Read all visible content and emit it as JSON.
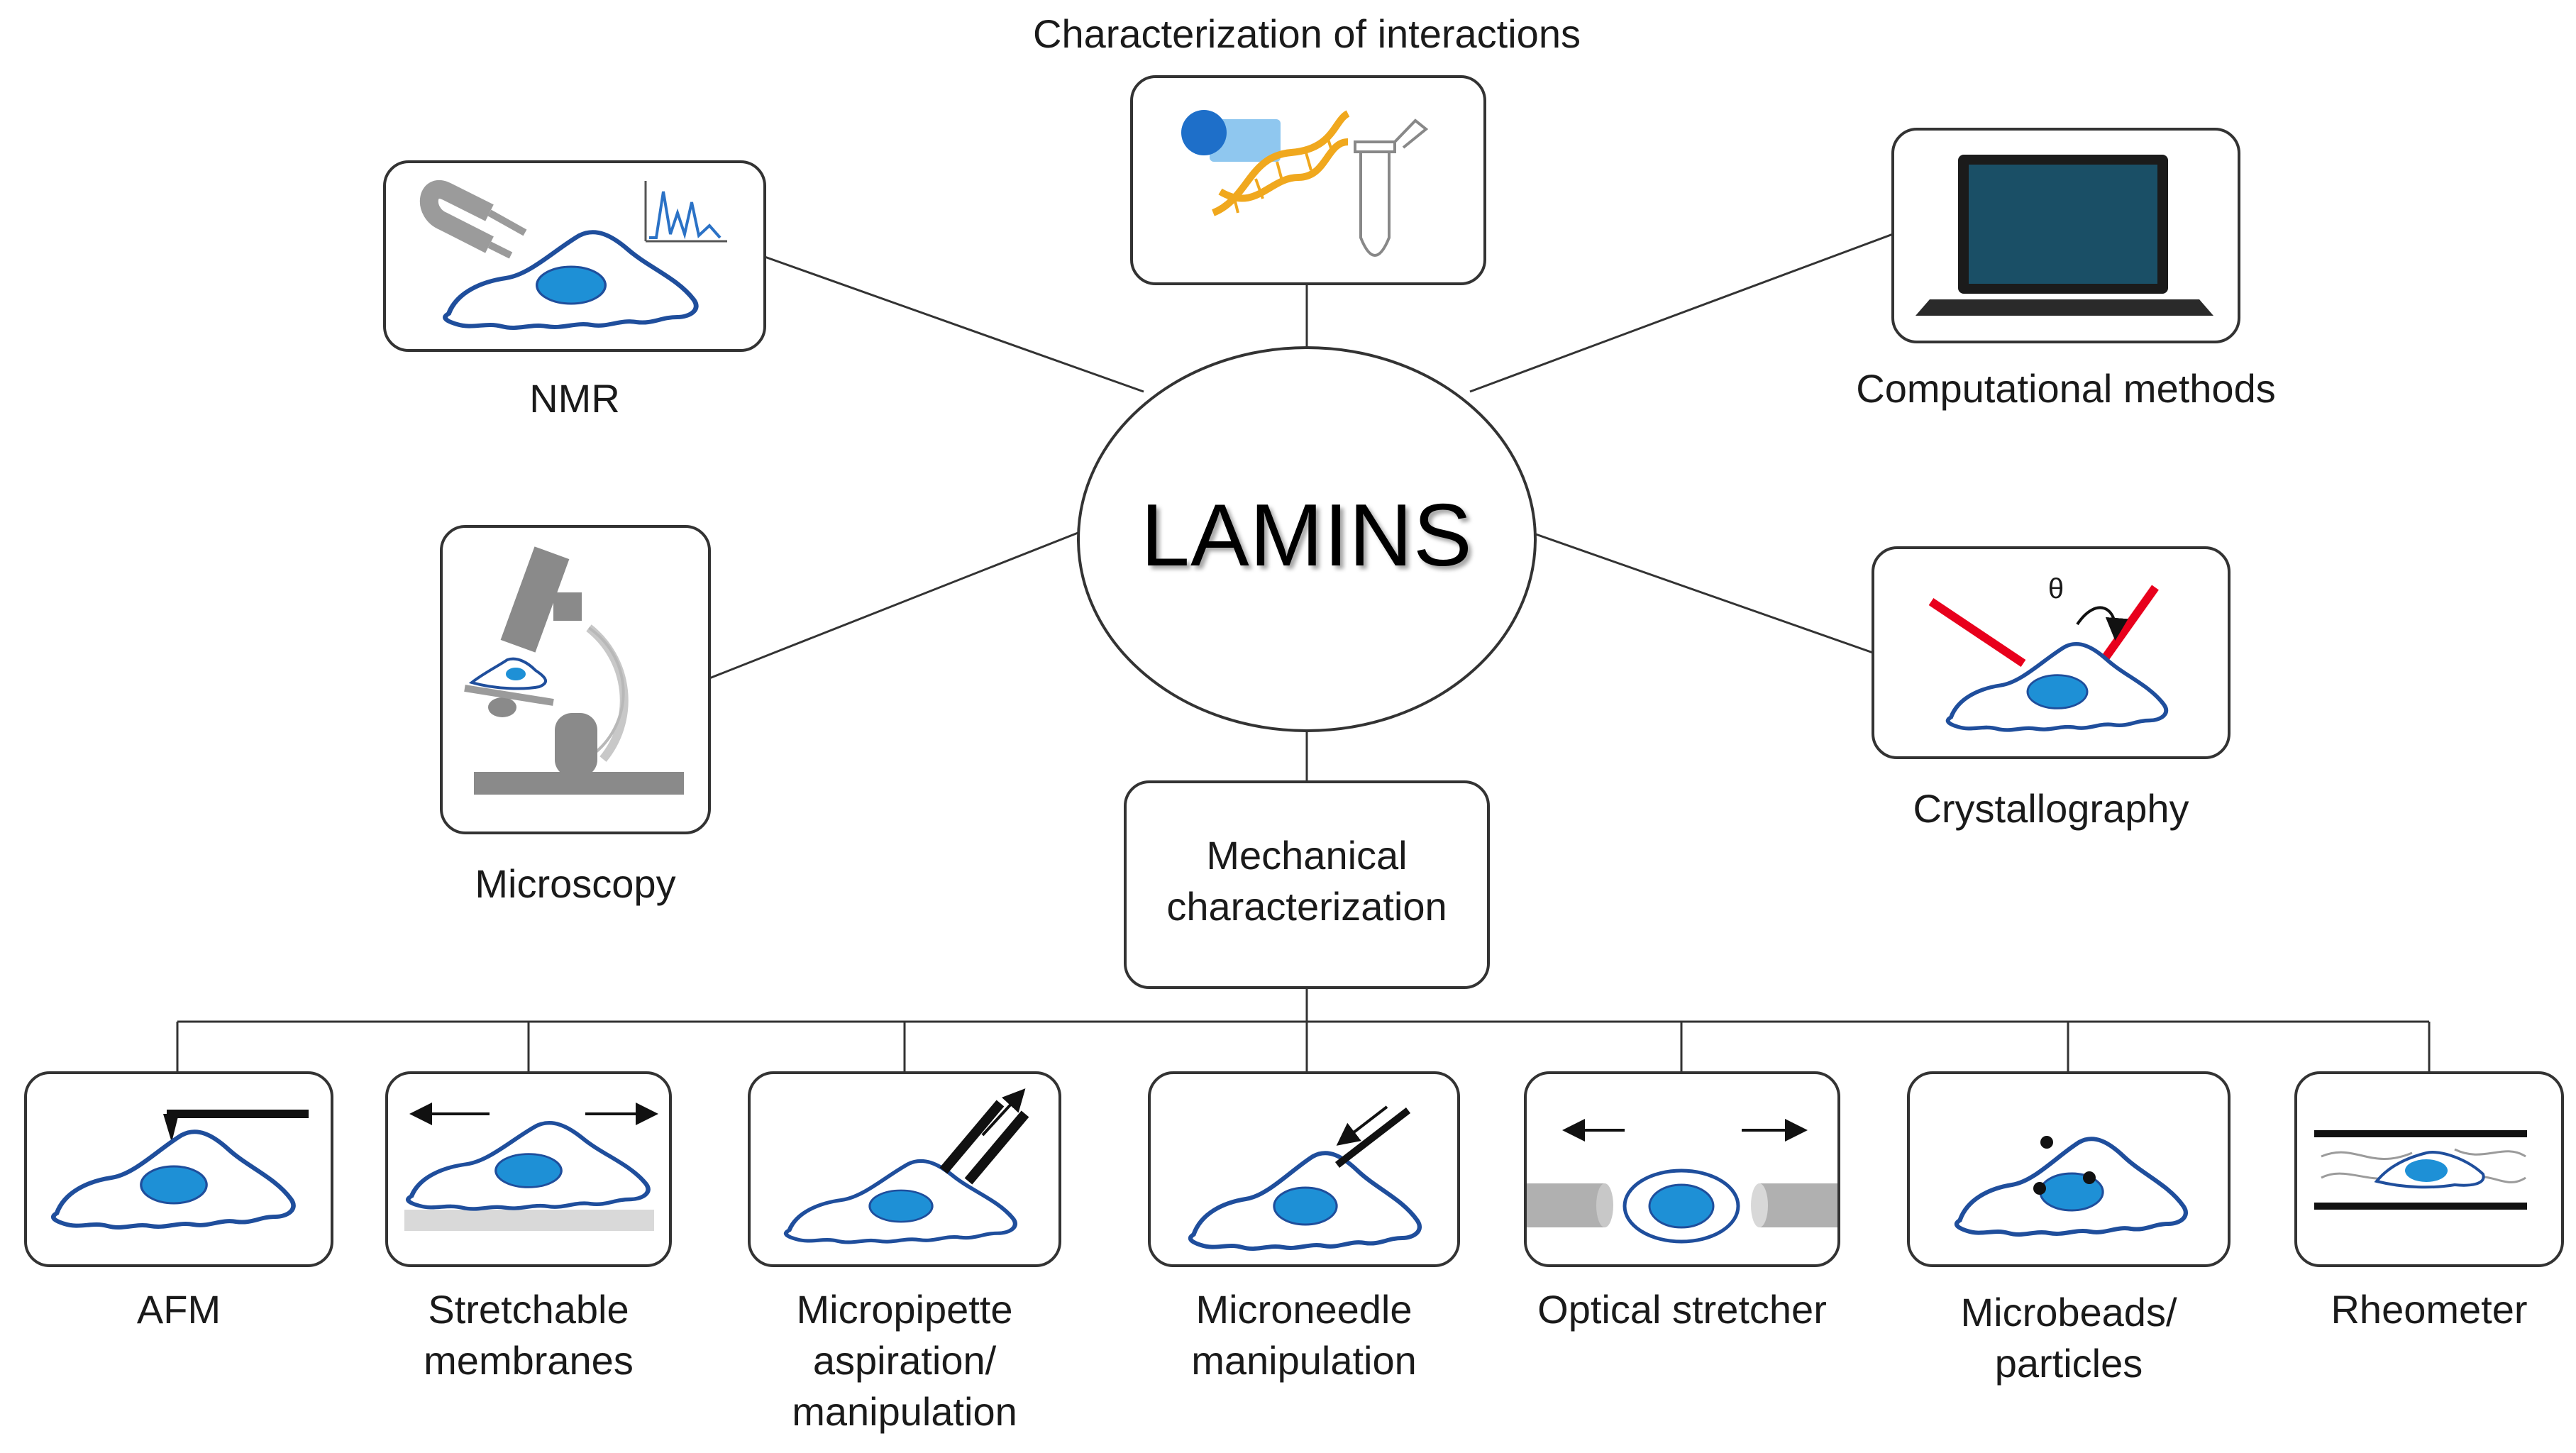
{
  "hub": {
    "label": "LAMINS"
  },
  "methods": {
    "interactions": "Characterization of interactions",
    "nmr": "NMR",
    "computational": "Computational methods",
    "microscopy": "Microscopy",
    "crystallography": "Crystallography",
    "crystallography_angle": "θ",
    "mechanical": [
      "Mechanical",
      "characterization"
    ]
  },
  "mechanical_methods": {
    "afm": [
      "AFM"
    ],
    "stretchable": [
      "Stretchable",
      "membranes"
    ],
    "micropipette": [
      "Micropipette",
      "aspiration/",
      "manipulation"
    ],
    "microneedle": [
      "Microneedle",
      "manipulation"
    ],
    "optical": [
      "Optical stretcher"
    ],
    "microbeads": [
      "Microbeads/",
      "particles"
    ],
    "rheometer": [
      "Rheometer"
    ]
  },
  "colors": {
    "cell_outline": "#1f4e9c",
    "nucleus": "#1e90d6",
    "box_border": "#333333",
    "laser": "#e8001c",
    "dna": "#f0a81e",
    "grey": "#9b9b9b"
  }
}
